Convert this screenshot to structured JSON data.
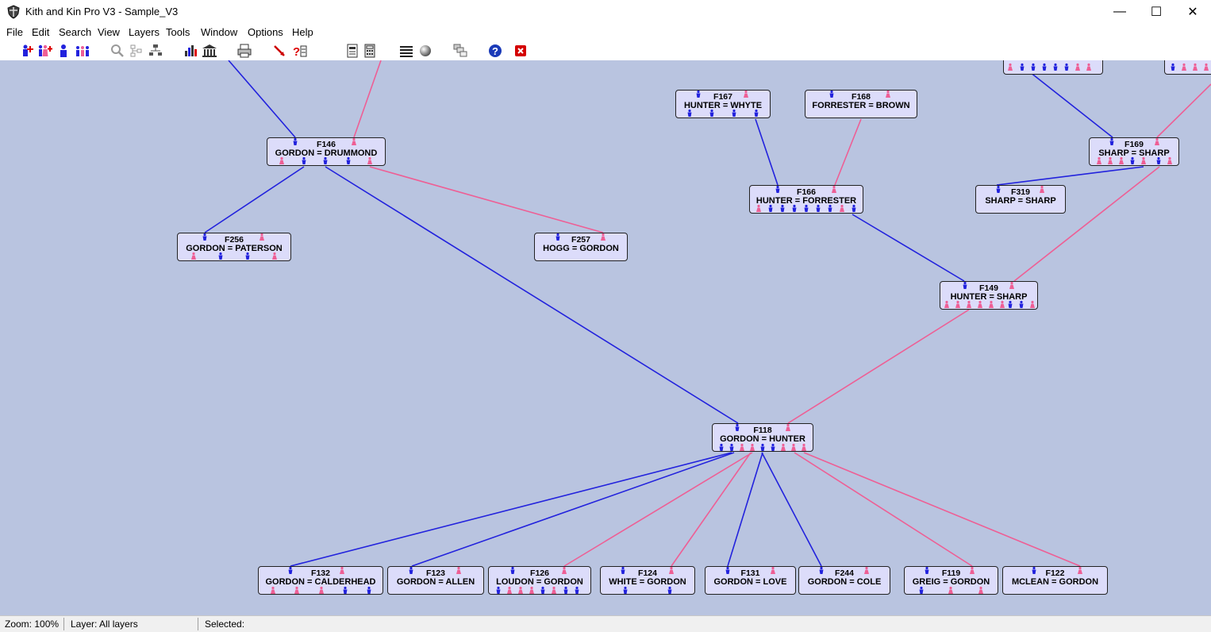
{
  "window": {
    "title": "Kith and Kin Pro V3 - Sample_V3",
    "minimize": "—",
    "maximize": "☐",
    "close": "✕"
  },
  "menu": [
    "File",
    "Edit",
    "Search",
    "View",
    "Layers",
    "Tools",
    "Window",
    "Options",
    "Help"
  ],
  "toolbar": [
    {
      "name": "add-person-icon"
    },
    {
      "name": "add-family-icon"
    },
    {
      "name": "person-icon"
    },
    {
      "name": "children-icon"
    },
    {
      "name": "zoom-icon"
    },
    {
      "name": "tree-icon"
    },
    {
      "name": "hierarchy-icon"
    },
    {
      "name": "chart-icon"
    },
    {
      "name": "building-icon"
    },
    {
      "name": "print-icon"
    },
    {
      "name": "pointer-icon"
    },
    {
      "name": "help-context-icon"
    },
    {
      "name": "report-icon"
    },
    {
      "name": "calculator-icon"
    },
    {
      "name": "list-icon"
    },
    {
      "name": "globe-icon"
    },
    {
      "name": "layers-icon"
    },
    {
      "name": "help-icon"
    },
    {
      "name": "exit-icon"
    }
  ],
  "colors": {
    "male": "#2222dd",
    "female": "#ee5f95",
    "canvas": "#b9c4e0",
    "box": "#dcdcfa"
  },
  "families": [
    {
      "id": "F146",
      "names": "GORDON = DRUMMOND"
    },
    {
      "id": "F256",
      "names": "GORDON = PATERSON"
    },
    {
      "id": "F257",
      "names": "HOGG = GORDON"
    },
    {
      "id": "F167",
      "names": "HUNTER = WHYTE"
    },
    {
      "id": "F168",
      "names": "FORRESTER = BROWN"
    },
    {
      "id": "F166",
      "names": "HUNTER = FORRESTER"
    },
    {
      "id": "F169",
      "names": "SHARP = SHARP"
    },
    {
      "id": "F319",
      "names": "SHARP = SHARP"
    },
    {
      "id": "F149",
      "names": "HUNTER = SHARP"
    },
    {
      "id": "F118",
      "names": "GORDON = HUNTER"
    },
    {
      "id": "F132",
      "names": "GORDON = CALDERHEAD"
    },
    {
      "id": "F123",
      "names": "GORDON = ALLEN"
    },
    {
      "id": "F126",
      "names": "LOUDON = GORDON"
    },
    {
      "id": "F124",
      "names": "WHITE = GORDON"
    },
    {
      "id": "F131",
      "names": "GORDON = LOVE"
    },
    {
      "id": "F244",
      "names": "GORDON = COLE"
    },
    {
      "id": "F119",
      "names": "GREIG = GORDON"
    },
    {
      "id": "F122",
      "names": "MCLEAN = GORDON"
    }
  ],
  "status": {
    "zoom": "Zoom: 100%",
    "layer": "Layer: All layers",
    "selected": "Selected:"
  }
}
